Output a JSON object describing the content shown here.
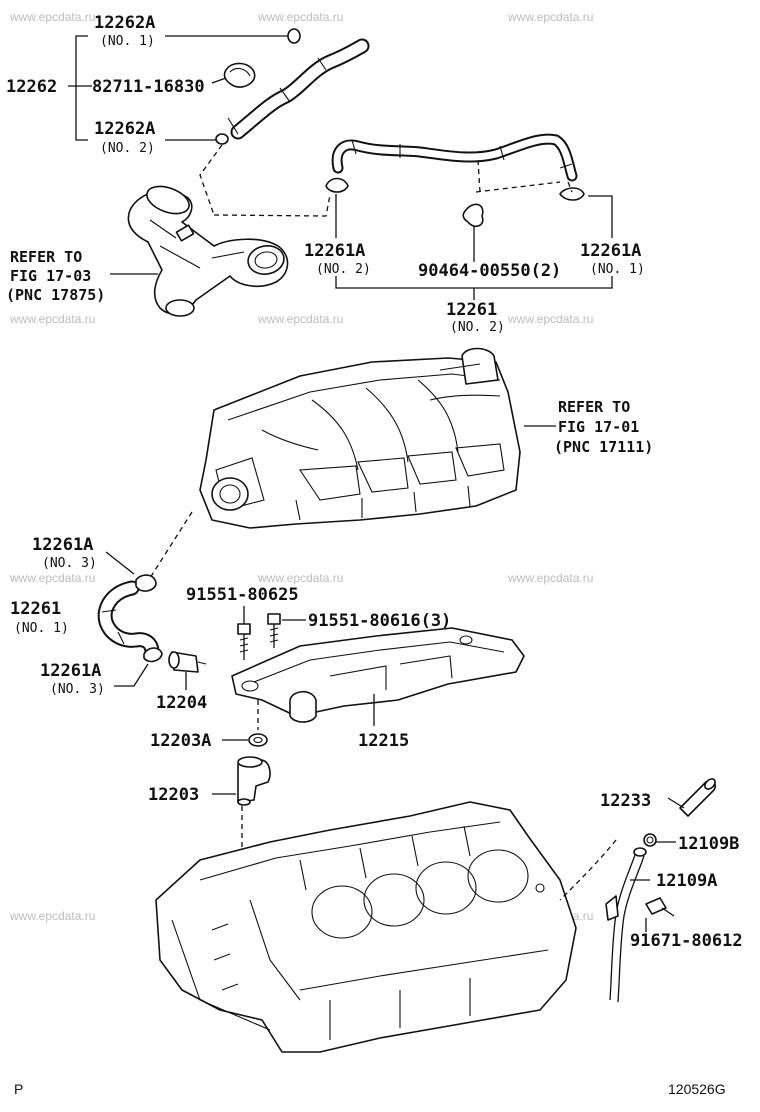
{
  "watermark": "www.epcdata.ru",
  "labels": {
    "p12262": "12262",
    "p12262A_top": "12262A",
    "p12262A_top_no": "(NO. 1)",
    "p82711": "82711-16830",
    "p12262A_bot": "12262A",
    "p12262A_bot_no": "(NO. 2)",
    "p12261A_left": "12261A",
    "p12261A_left_no": "(NO. 2)",
    "p90464": "90464-00550(2)",
    "p12261A_right": "12261A",
    "p12261A_right_no": "(NO. 1)",
    "p12261_top": "12261",
    "p12261_top_no": "(NO. 2)",
    "p12261A_mid": "12261A",
    "p12261A_mid_no": "(NO. 3)",
    "p12261_mid": "12261",
    "p12261_mid_no": "(NO. 1)",
    "p12261A_low": "12261A",
    "p12261A_low_no": "(NO. 3)",
    "p91551_80625": "91551-80625",
    "p91551_80616": "91551-80616(3)",
    "p12204": "12204",
    "p12203A": "12203A",
    "p12215": "12215",
    "p12203": "12203",
    "p12233": "12233",
    "p12109B": "12109B",
    "p12109A": "12109A",
    "p91671": "91671-80612"
  },
  "refs": {
    "ref_air": [
      "REFER TO",
      "FIG 17-03",
      "(PNC 17875)"
    ],
    "ref_manifold": [
      "REFER TO",
      "FIG 17-01",
      "(PNC 17111)"
    ]
  },
  "footer": {
    "left": "P",
    "right": "120526G"
  }
}
